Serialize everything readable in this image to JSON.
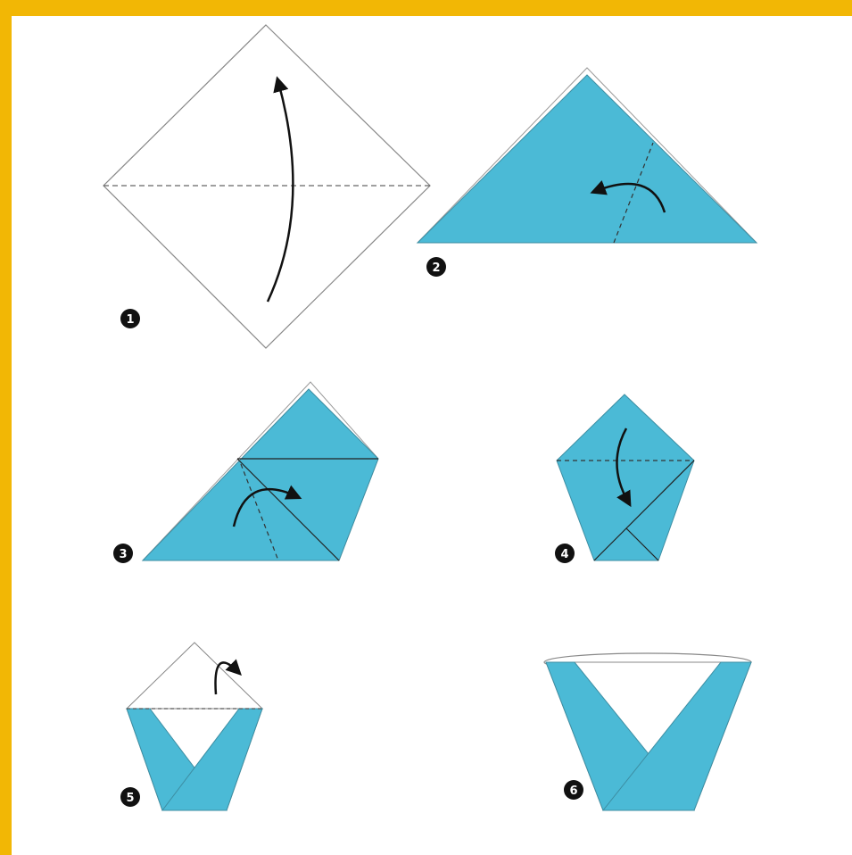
{
  "colors": {
    "border": "#f2b705",
    "paper_blue": "#4bbad6",
    "paper_white": "#ffffff",
    "outline": "#777777",
    "crease": "#666666",
    "arrow": "#111111",
    "badge": "#111111"
  },
  "steps": [
    {
      "number": "1"
    },
    {
      "number": "2"
    },
    {
      "number": "3"
    },
    {
      "number": "4"
    },
    {
      "number": "5"
    },
    {
      "number": "6"
    }
  ]
}
